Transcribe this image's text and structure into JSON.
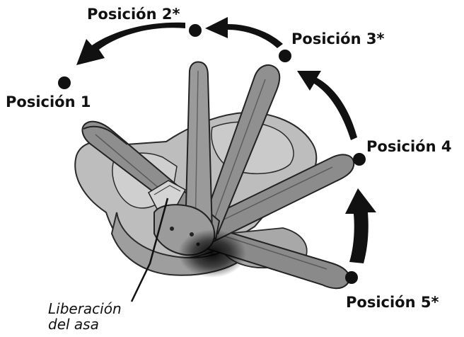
{
  "labels": {
    "pos1": "Posición 1",
    "pos2": "Posición 2*",
    "pos3": "Posición 3*",
    "pos4": "Posición 4",
    "pos5": "Posición 5*",
    "release_line1": "Liberación",
    "release_line2": "del asa"
  }
}
